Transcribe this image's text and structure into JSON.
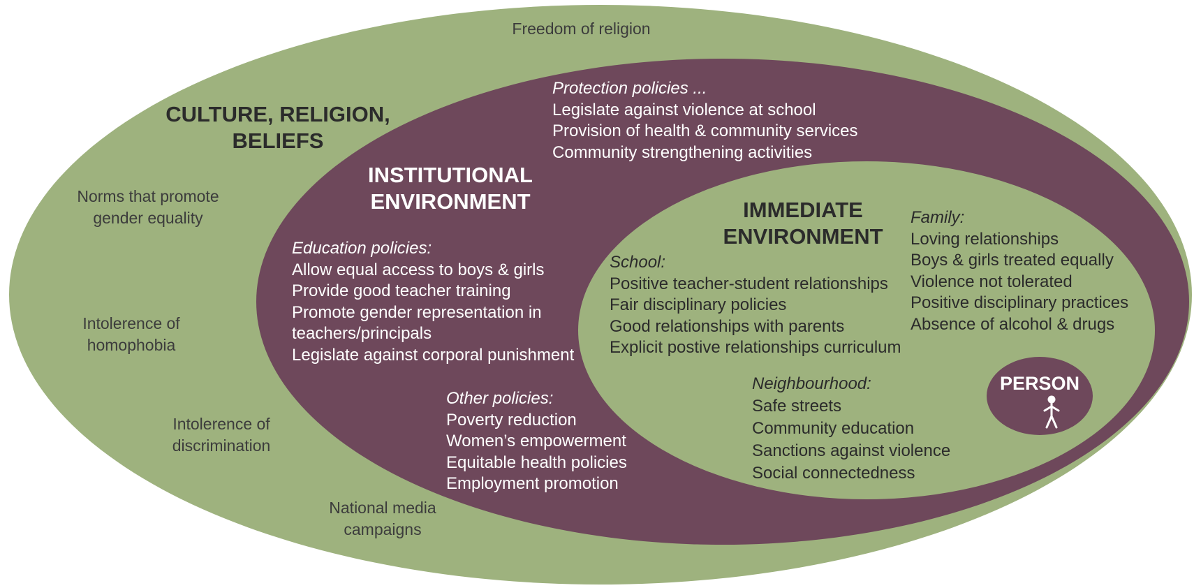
{
  "colors": {
    "outer_ring": "#9eb27e",
    "institutional": "#6e485b",
    "immediate": "#9eb27e",
    "person": "#6e485b"
  },
  "culture": {
    "title_line1": "CULTURE, RELIGION,",
    "title_line2": "BELIEFS",
    "freedom": "Freedom of religion",
    "norms_line1": "Norms that promote",
    "norms_line2": "gender equality",
    "homophobia_line1": "Intolerence of",
    "homophobia_line2": "homophobia",
    "discrimination_line1": "Intolerence of",
    "discrimination_line2": "discrimination",
    "media_line1": "National media",
    "media_line2": "campaigns"
  },
  "institutional": {
    "title_line1": "INSTITUTIONAL",
    "title_line2": "ENVIRONMENT",
    "protection": {
      "heading": "Protection policies ...",
      "items": [
        "Legislate against violence at school",
        "Provision of health & community services",
        "Community strengthening activities"
      ]
    },
    "education": {
      "heading": "Education policies:",
      "items": [
        "Allow equal access to boys & girls",
        "Provide good teacher training",
        "Promote gender representation in",
        "teachers/principals",
        "Legislate against corporal punishment"
      ]
    },
    "other": {
      "heading": "Other policies:",
      "items": [
        "Poverty reduction",
        "Women’s empowerment",
        "Equitable health policies",
        "Employment promotion"
      ]
    }
  },
  "immediate": {
    "title_line1": "IMMEDIATE",
    "title_line2": "ENVIRONMENT",
    "school": {
      "heading": "School:",
      "items": [
        "Positive teacher-student relationships",
        "Fair disciplinary policies",
        "Good relationships with parents",
        "Explicit postive relationships curriculum"
      ]
    },
    "family": {
      "heading": "Family:",
      "items": [
        "Loving relationships",
        "Boys & girls treated equally",
        "Violence not tolerated",
        "Positive disciplinary practices",
        "Absence of alcohol & drugs"
      ]
    },
    "neighbourhood": {
      "heading": "Neighbourhood:",
      "items": [
        "Safe streets",
        "Community education",
        "Sanctions against violence",
        "Social connectedness"
      ]
    }
  },
  "person": {
    "label": "PERSON",
    "icon": "stick-figure-icon"
  }
}
